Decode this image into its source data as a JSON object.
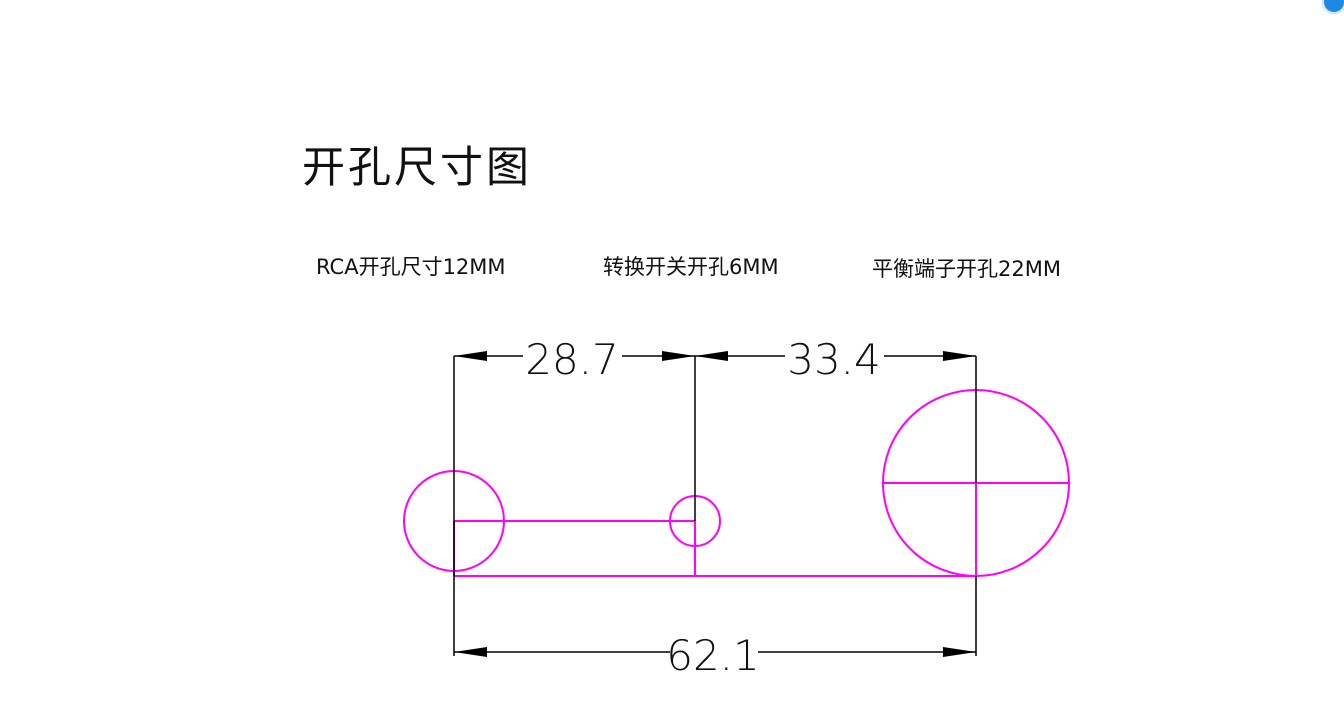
{
  "title": "开孔尺寸图",
  "labels": {
    "rca": "RCA开孔尺寸12MM",
    "switch": "转换开关开孔6MM",
    "balanced": "平衡端子开孔22MM"
  },
  "dimensions": {
    "rca_to_switch": "28.7",
    "switch_to_balanced": "33.4",
    "total": "62.1"
  },
  "colors": {
    "hole_outline": "#ff00ff",
    "dimension_lines": "#000000",
    "text": "#111111",
    "corner_badge": "#1e88e5"
  },
  "icons": {
    "corner_badge": "blue-circle-icon"
  }
}
